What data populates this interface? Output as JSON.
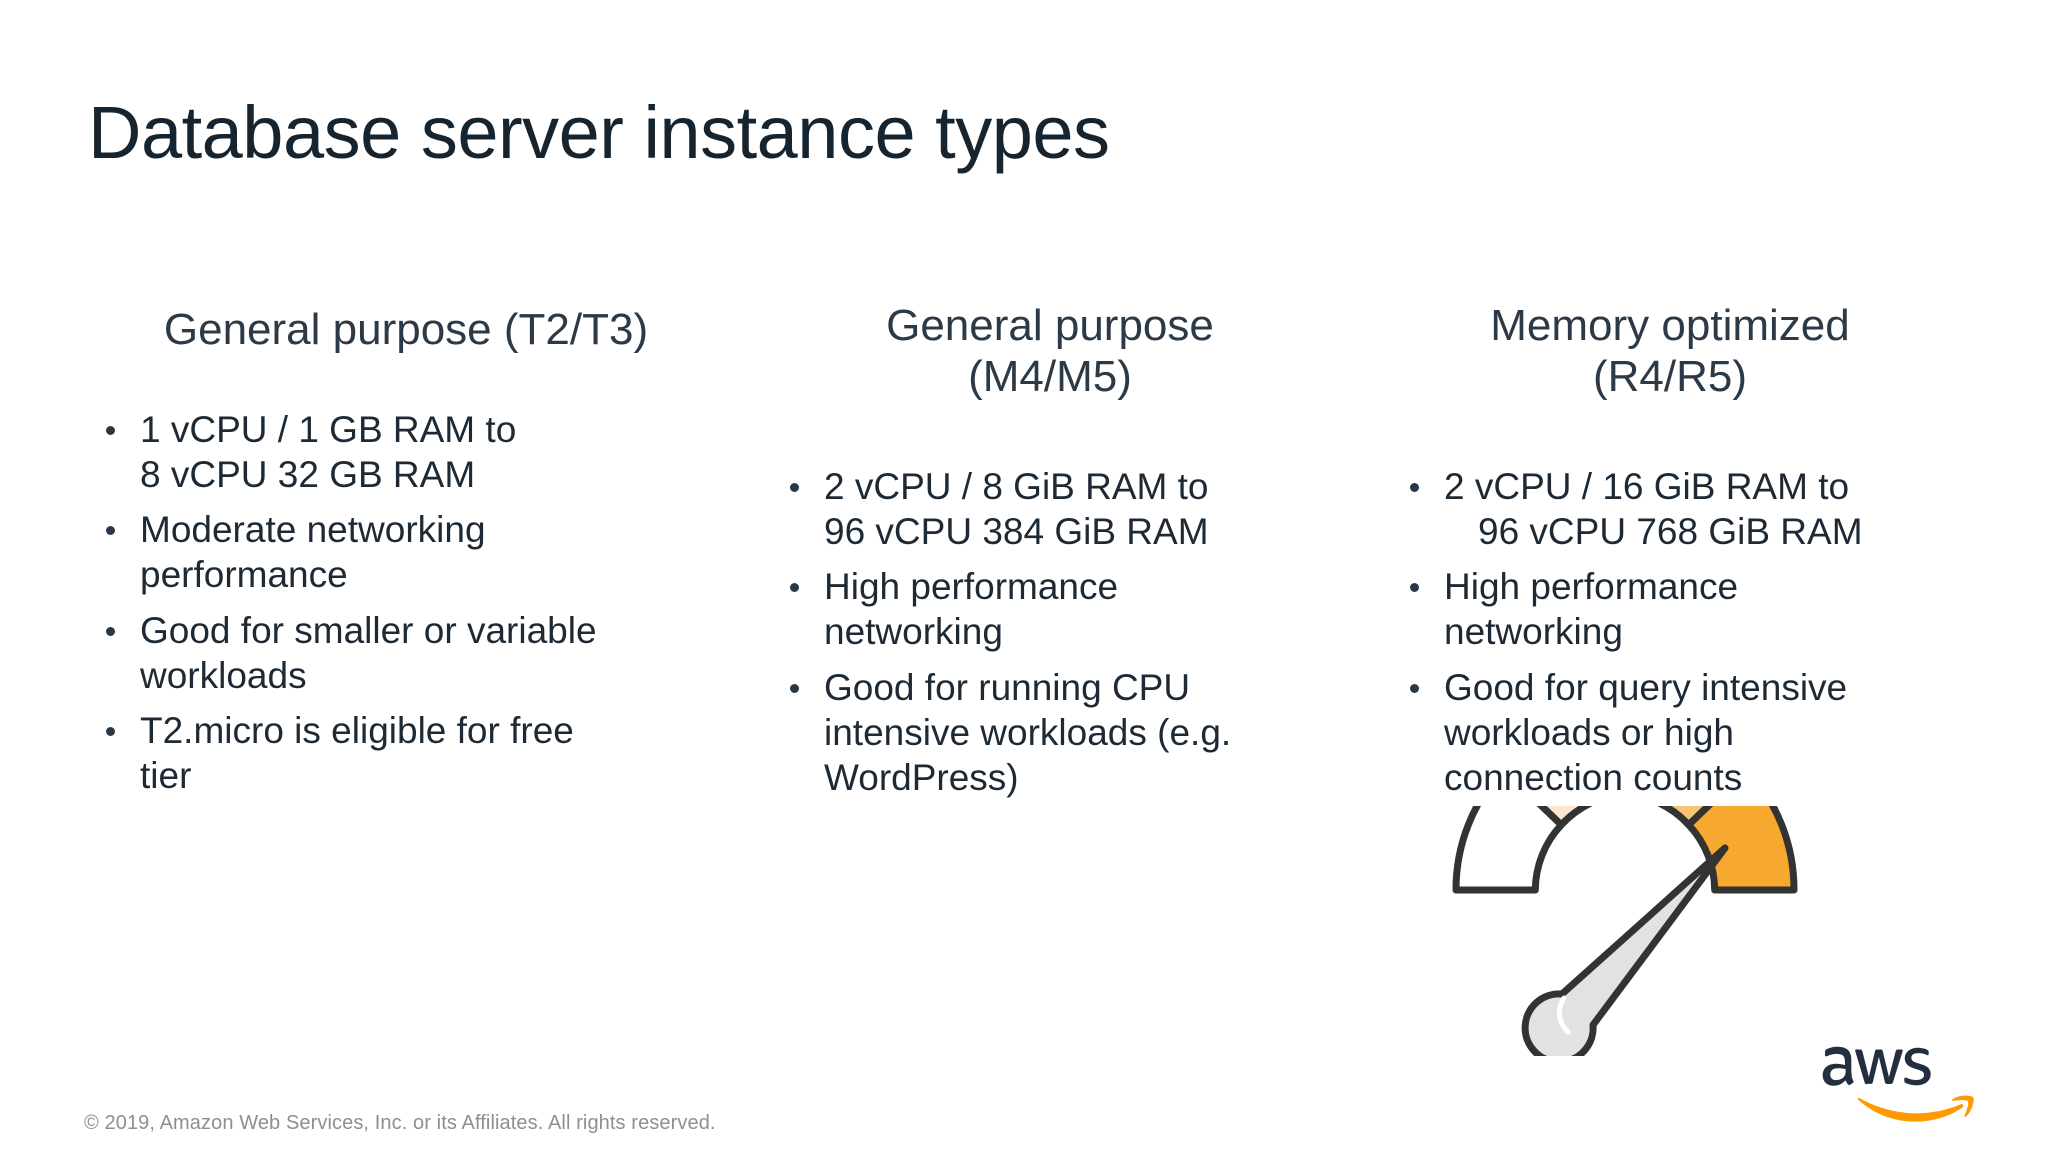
{
  "slide": {
    "title": "Database server instance types",
    "background_color": "#FFFFFF",
    "title_color": "#16242F",
    "body_text_color": "#1D2A35"
  },
  "columns": [
    {
      "heading_line1": "General purpose (T2/T3)",
      "heading_line2": "",
      "bullets": [
        {
          "line1": "1 vCPU / 1 GB RAM to",
          "line2": "8 vCPU 32 GB RAM",
          "line2_indent": false
        },
        {
          "line1": "Moderate networking",
          "line2": "performance",
          "line2_indent": false
        },
        {
          "line1": "Good for smaller or variable",
          "line2": "workloads",
          "line2_indent": false
        },
        {
          "line1": "T2.micro is eligible for free",
          "line2": "tier",
          "line2_indent": false
        }
      ]
    },
    {
      "heading_line1": "General purpose",
      "heading_line2": "(M4/M5)",
      "bullets": [
        {
          "line1": "2 vCPU / 8 GiB RAM to",
          "line2": "96 vCPU 384 GiB RAM",
          "line2_indent": false
        },
        {
          "line1": "High performance",
          "line2": "networking",
          "line2_indent": false
        },
        {
          "line1": "Good for running CPU",
          "line2": "intensive workloads (e.g.",
          "line3": "WordPress)",
          "line2_indent": false
        }
      ]
    },
    {
      "heading_line1": "Memory optimized",
      "heading_line2": "(R4/R5)",
      "bullets": [
        {
          "line1": "2 vCPU / 16 GiB RAM to",
          "line2": "96 vCPU 768 GiB RAM",
          "line2_indent": true
        },
        {
          "line1": "High performance",
          "line2": "networking",
          "line2_indent": false
        },
        {
          "line1": "Good for query intensive",
          "line2": "workloads or high",
          "line3": "connection counts",
          "line2_indent": false
        }
      ]
    }
  ],
  "gauge": {
    "icon_name": "performance-gauge-icon",
    "segment_count": 4,
    "segment_colors": [
      "#FFFFFF",
      "#FCE6CC",
      "#F8C473",
      "#F7A82E"
    ],
    "outline_color": "#333333",
    "needle_color": "#E2E2E4",
    "needle_points_to_segment": 4
  },
  "logo": {
    "wordmark": "aws",
    "wordmark_color": "#232F3E",
    "smile_color": "#FF9900",
    "icon_name": "aws-logo"
  },
  "footer": {
    "copyright": "© 2019, Amazon Web Services, Inc. or its Affiliates. All rights reserved.",
    "color": "#8E8E93"
  }
}
